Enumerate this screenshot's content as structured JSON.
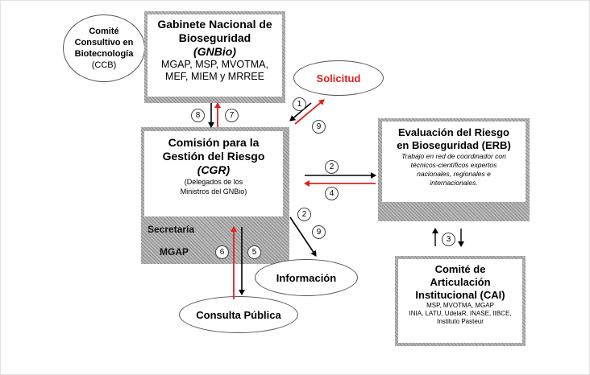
{
  "ccb": {
    "line1": "Comité",
    "line2": "Consultivo en",
    "line3": "Biotecnología",
    "line4": "(CCB)"
  },
  "gnbio": {
    "title1": "Gabinete Nacional de",
    "title2": "Bioseguridad",
    "abbr": "(GNBio)",
    "members1": "MGAP, MSP, MVOTMA,",
    "members2": "MEF, MIEM y MRREE"
  },
  "solicitud": {
    "label": "Solicitud"
  },
  "cgr": {
    "title1": "Comisión para la",
    "title2": "Gestión del Riesgo",
    "abbr": "(CGR)",
    "sub1": "(Delegados de los",
    "sub2": "Ministros del GNBio)"
  },
  "secretaria": {
    "label": "Secretaría",
    "org": "MGAP"
  },
  "erb": {
    "title1": "Evaluación del Riesgo",
    "title2": "en Bioseguridad (ERB)",
    "sub1": "Trabajo en red de coordinador con",
    "sub2": "técnicos-científicos expertos",
    "sub3": "nacionales, regionales e",
    "sub4": "internacionales."
  },
  "cai": {
    "title1": "Comité de",
    "title2": "Articulación",
    "title3": "Institucional (CAI)",
    "sub1": "MSP, MVOTMA, MGAP",
    "sub2": "INIA, LATU, UdelaR, INASE, IIBCE,",
    "sub3": "Instituto Pasteur"
  },
  "informacion": {
    "label": "Información"
  },
  "consulta": {
    "label": "Consulta Pública"
  },
  "steps": {
    "s8": "8",
    "s7": "7",
    "s1": "1",
    "s9a": "9",
    "s2a": "2",
    "s4": "4",
    "s2b": "2",
    "s9b": "9",
    "s3": "3",
    "s6": "6",
    "s5": "5"
  },
  "colors": {
    "red_arrow": "#e02020",
    "black_arrow": "#000000",
    "solicitud_text": "#e02020"
  }
}
